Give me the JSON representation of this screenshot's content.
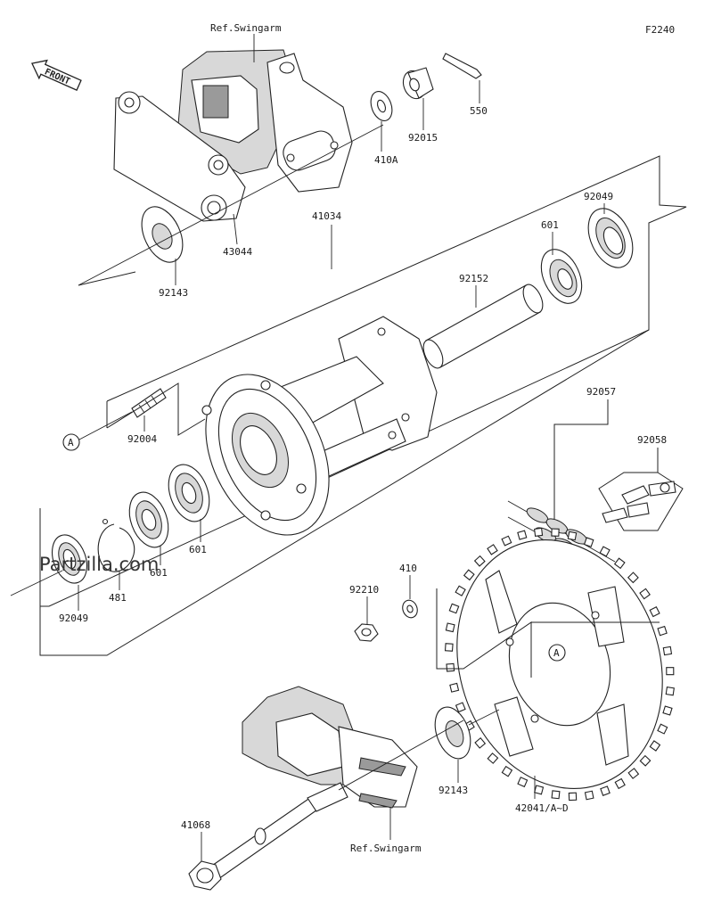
{
  "diagram": {
    "figure_code": "F2240",
    "front_label": "FRONT",
    "watermark": "Partzilla.com",
    "ref_marker": "A",
    "labels": {
      "ref_swingarm_top": "Ref.Swingarm",
      "ref_swingarm_bottom": "Ref.Swingarm",
      "p550": "550",
      "p92015": "92015",
      "p410a": "410A",
      "p43044": "43044",
      "p92143_top": "92143",
      "p41034": "41034",
      "p92049_right": "92049",
      "p601_right": "601",
      "p92152": "92152",
      "p92004": "92004",
      "p92057": "92057",
      "p92058": "92058",
      "p601_left_a": "601",
      "p601_left_b": "601",
      "p481": "481",
      "p92049_left": "92049",
      "p410": "410",
      "p92210": "92210",
      "p92143_bottom": "92143",
      "p42041": "42041/A~D",
      "p41068": "41068"
    }
  }
}
